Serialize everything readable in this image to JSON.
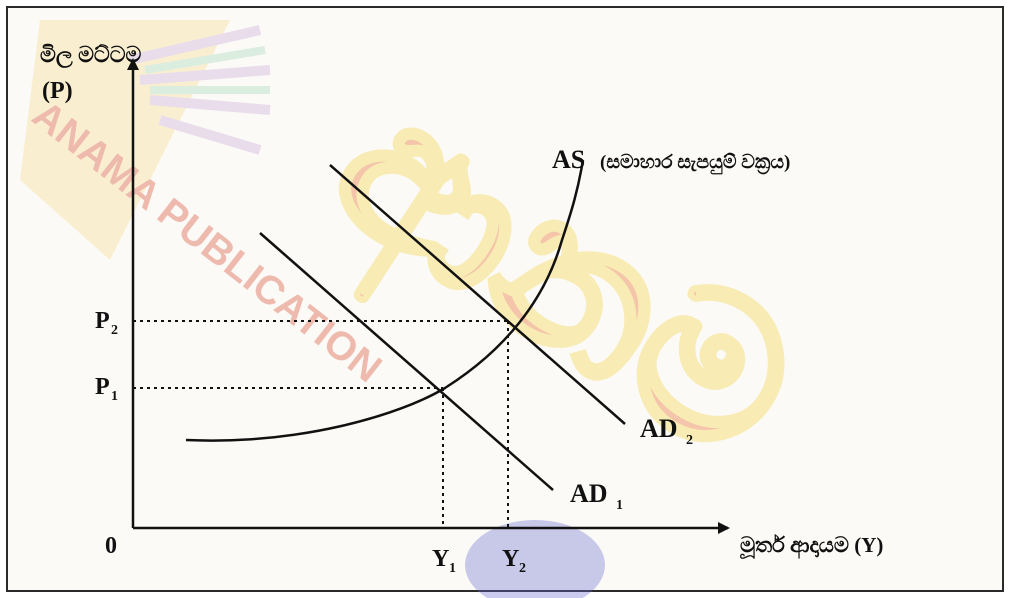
{
  "diagram": {
    "y_axis": {
      "title_line1": "මිල මට්ටම",
      "title_line2": "(P)"
    },
    "x_axis": {
      "title": "මූර්ත ආදායම (Y)"
    },
    "origin": "0",
    "curves": {
      "as": {
        "main": "AS",
        "desc": "(සමාහාර සැපයුම් වක්‍රය)"
      },
      "ad1": {
        "main": "AD",
        "sub": "1"
      },
      "ad2": {
        "main": "AD",
        "sub": "2"
      }
    },
    "price_levels": [
      {
        "main": "P",
        "sub": "2"
      },
      {
        "main": "P",
        "sub": "1"
      }
    ],
    "income_levels": [
      {
        "main": "Y",
        "sub": "1"
      },
      {
        "main": "Y",
        "sub": "2"
      }
    ]
  },
  "watermark": {
    "left": "ANAMA PUBLICATION",
    "center": "ආනම"
  },
  "colors": {
    "line": "#111111",
    "watermark_orange": "#e8621e",
    "watermark_yellow": "#f2cf38",
    "watermark_blue": "#6a6ad0"
  }
}
